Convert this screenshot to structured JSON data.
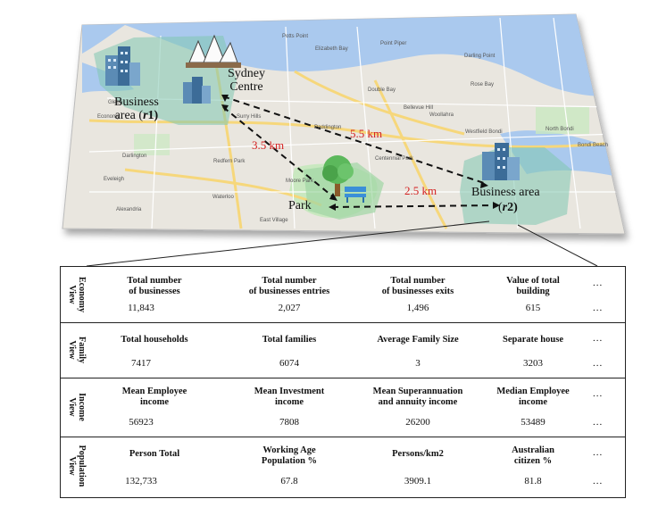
{
  "map": {
    "labels": {
      "sydney_centre": "Sydney\nCentre",
      "business_r1_line1": "Business",
      "business_r1_line2": "area (",
      "business_r1_r": "r",
      "business_r1_tail": "1)",
      "park": "Park",
      "business_r2_line1": "Business area",
      "business_r2_open": "(",
      "business_r2_r": "r",
      "business_r2_tail": "2)"
    },
    "distances": {
      "r1_to_r2": "5.5 km",
      "r1_to_park": "3.5 km",
      "park_to_r2": "2.5 km"
    },
    "streets": [
      "Potts Point",
      "Elizabeth Bay",
      "Point Piper",
      "Double Bay",
      "Bellevue Hill",
      "Rose Bay",
      "North Bondi",
      "Bondi Beach",
      "Paddington",
      "Darlington",
      "Moore Park",
      "Waterloo",
      "Alexandria",
      "Eveleigh",
      "Economy",
      "Redfern Park",
      "Surry Hills",
      "Glebe",
      "Darling Point",
      "Woollahra",
      "East Village",
      "Westfield Bondi",
      "Centennial Park"
    ]
  },
  "table": {
    "rows": [
      {
        "view": "Economy\nView",
        "cells": [
          {
            "head": "Total number\nof businesses",
            "value": "11,843"
          },
          {
            "head": "Total number\nof businesses entries",
            "value": "2,027"
          },
          {
            "head": "Total number\nof businesses exits",
            "value": "1,496"
          },
          {
            "head": "Value of total\nbuilding",
            "value": "615"
          }
        ],
        "more": [
          "...",
          "..."
        ]
      },
      {
        "view": "Family\nView",
        "cells": [
          {
            "head": "Total households",
            "value": "7417"
          },
          {
            "head": "Total families",
            "value": "6074"
          },
          {
            "head": "Average Family Size",
            "value": "3"
          },
          {
            "head": "Separate house",
            "value": "3203"
          }
        ],
        "more": [
          "...",
          "..."
        ]
      },
      {
        "view": "Income\nView",
        "cells": [
          {
            "head": "Mean Employee\nincome",
            "value": "56923"
          },
          {
            "head": "Mean Investment\nincome",
            "value": "7808"
          },
          {
            "head": "Mean Superannuation\nand annuity income",
            "value": "26200"
          },
          {
            "head": "Median Employee\nincome",
            "value": "53489"
          }
        ],
        "more": [
          "...",
          "..."
        ]
      },
      {
        "view": "Population\nView",
        "cells": [
          {
            "head": "Person Total",
            "value": "132,733"
          },
          {
            "head": "Working Age\nPopulation %",
            "value": "67.8"
          },
          {
            "head": "Persons/km2",
            "value": "3909.1"
          },
          {
            "head": "Australian\ncitizen %",
            "value": "81.8"
          }
        ],
        "more": [
          "...",
          "..."
        ]
      }
    ]
  },
  "colors": {
    "map_land": "#e9e6df",
    "map_water": "#aac9ee",
    "map_park": "#c9e8c0",
    "map_road": "#f6d77b",
    "region_highlight": "#7fc6b0",
    "distance_red": "#d42020"
  }
}
